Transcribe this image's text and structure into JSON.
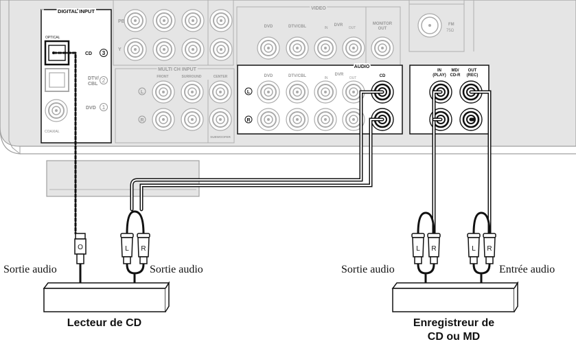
{
  "digital_input": {
    "title": "DIGITAL INPUT",
    "optical": "OPTICAL",
    "coaxial": "COAXIAL",
    "cd": "CD",
    "cd_num": "3",
    "dtv1": "DTV/",
    "dtv2": "CBL",
    "dtv_num": "2",
    "dvd": "DVD",
    "dvd_num": "1"
  },
  "component": {
    "pb": "PB",
    "y": "Y"
  },
  "video": {
    "title": "VIDEO",
    "dvd": "DVD",
    "dtv": "DTV/CBL",
    "in": "IN",
    "dvr": "DVR",
    "out": "OUT",
    "monitor1": "MONITOR",
    "monitor2": "OUT"
  },
  "fm": {
    "label": "FM",
    "ohm": "75Ω"
  },
  "multi_ch": {
    "title": "MULTI CH INPUT",
    "front": "FRONT",
    "surround": "SURROUND",
    "center": "CENTER",
    "subwoofer": "SUBWOOFER",
    "l": "L",
    "r": "R"
  },
  "audio": {
    "title": "AUDIO",
    "dvd": "DVD",
    "dtv": "DTV/CBL",
    "in": "IN",
    "dvr": "DVR",
    "out": "OUT",
    "cd": "CD",
    "in_play1": "IN",
    "in_play2": "(PLAY)",
    "md1": "MD/",
    "md2": "CD-R",
    "out_rec1": "OUT",
    "out_rec2": "(REC)",
    "l": "L",
    "r": "R"
  },
  "plugs": {
    "o": "O",
    "l": "L",
    "r": "R"
  },
  "labels": {
    "sortie_audio_left": "Sortie audio",
    "sortie_audio_mid": "Sortie audio",
    "sortie_audio_right": "Sortie audio",
    "entree_audio": "Entrée audio",
    "cd_player": "Lecteur de CD",
    "recorder1": "Enregistreur de",
    "recorder2": "CD ou MD"
  },
  "colors": {
    "panel": "#e5e5e5",
    "line": "#a8a8a8",
    "dark": "#111111"
  }
}
